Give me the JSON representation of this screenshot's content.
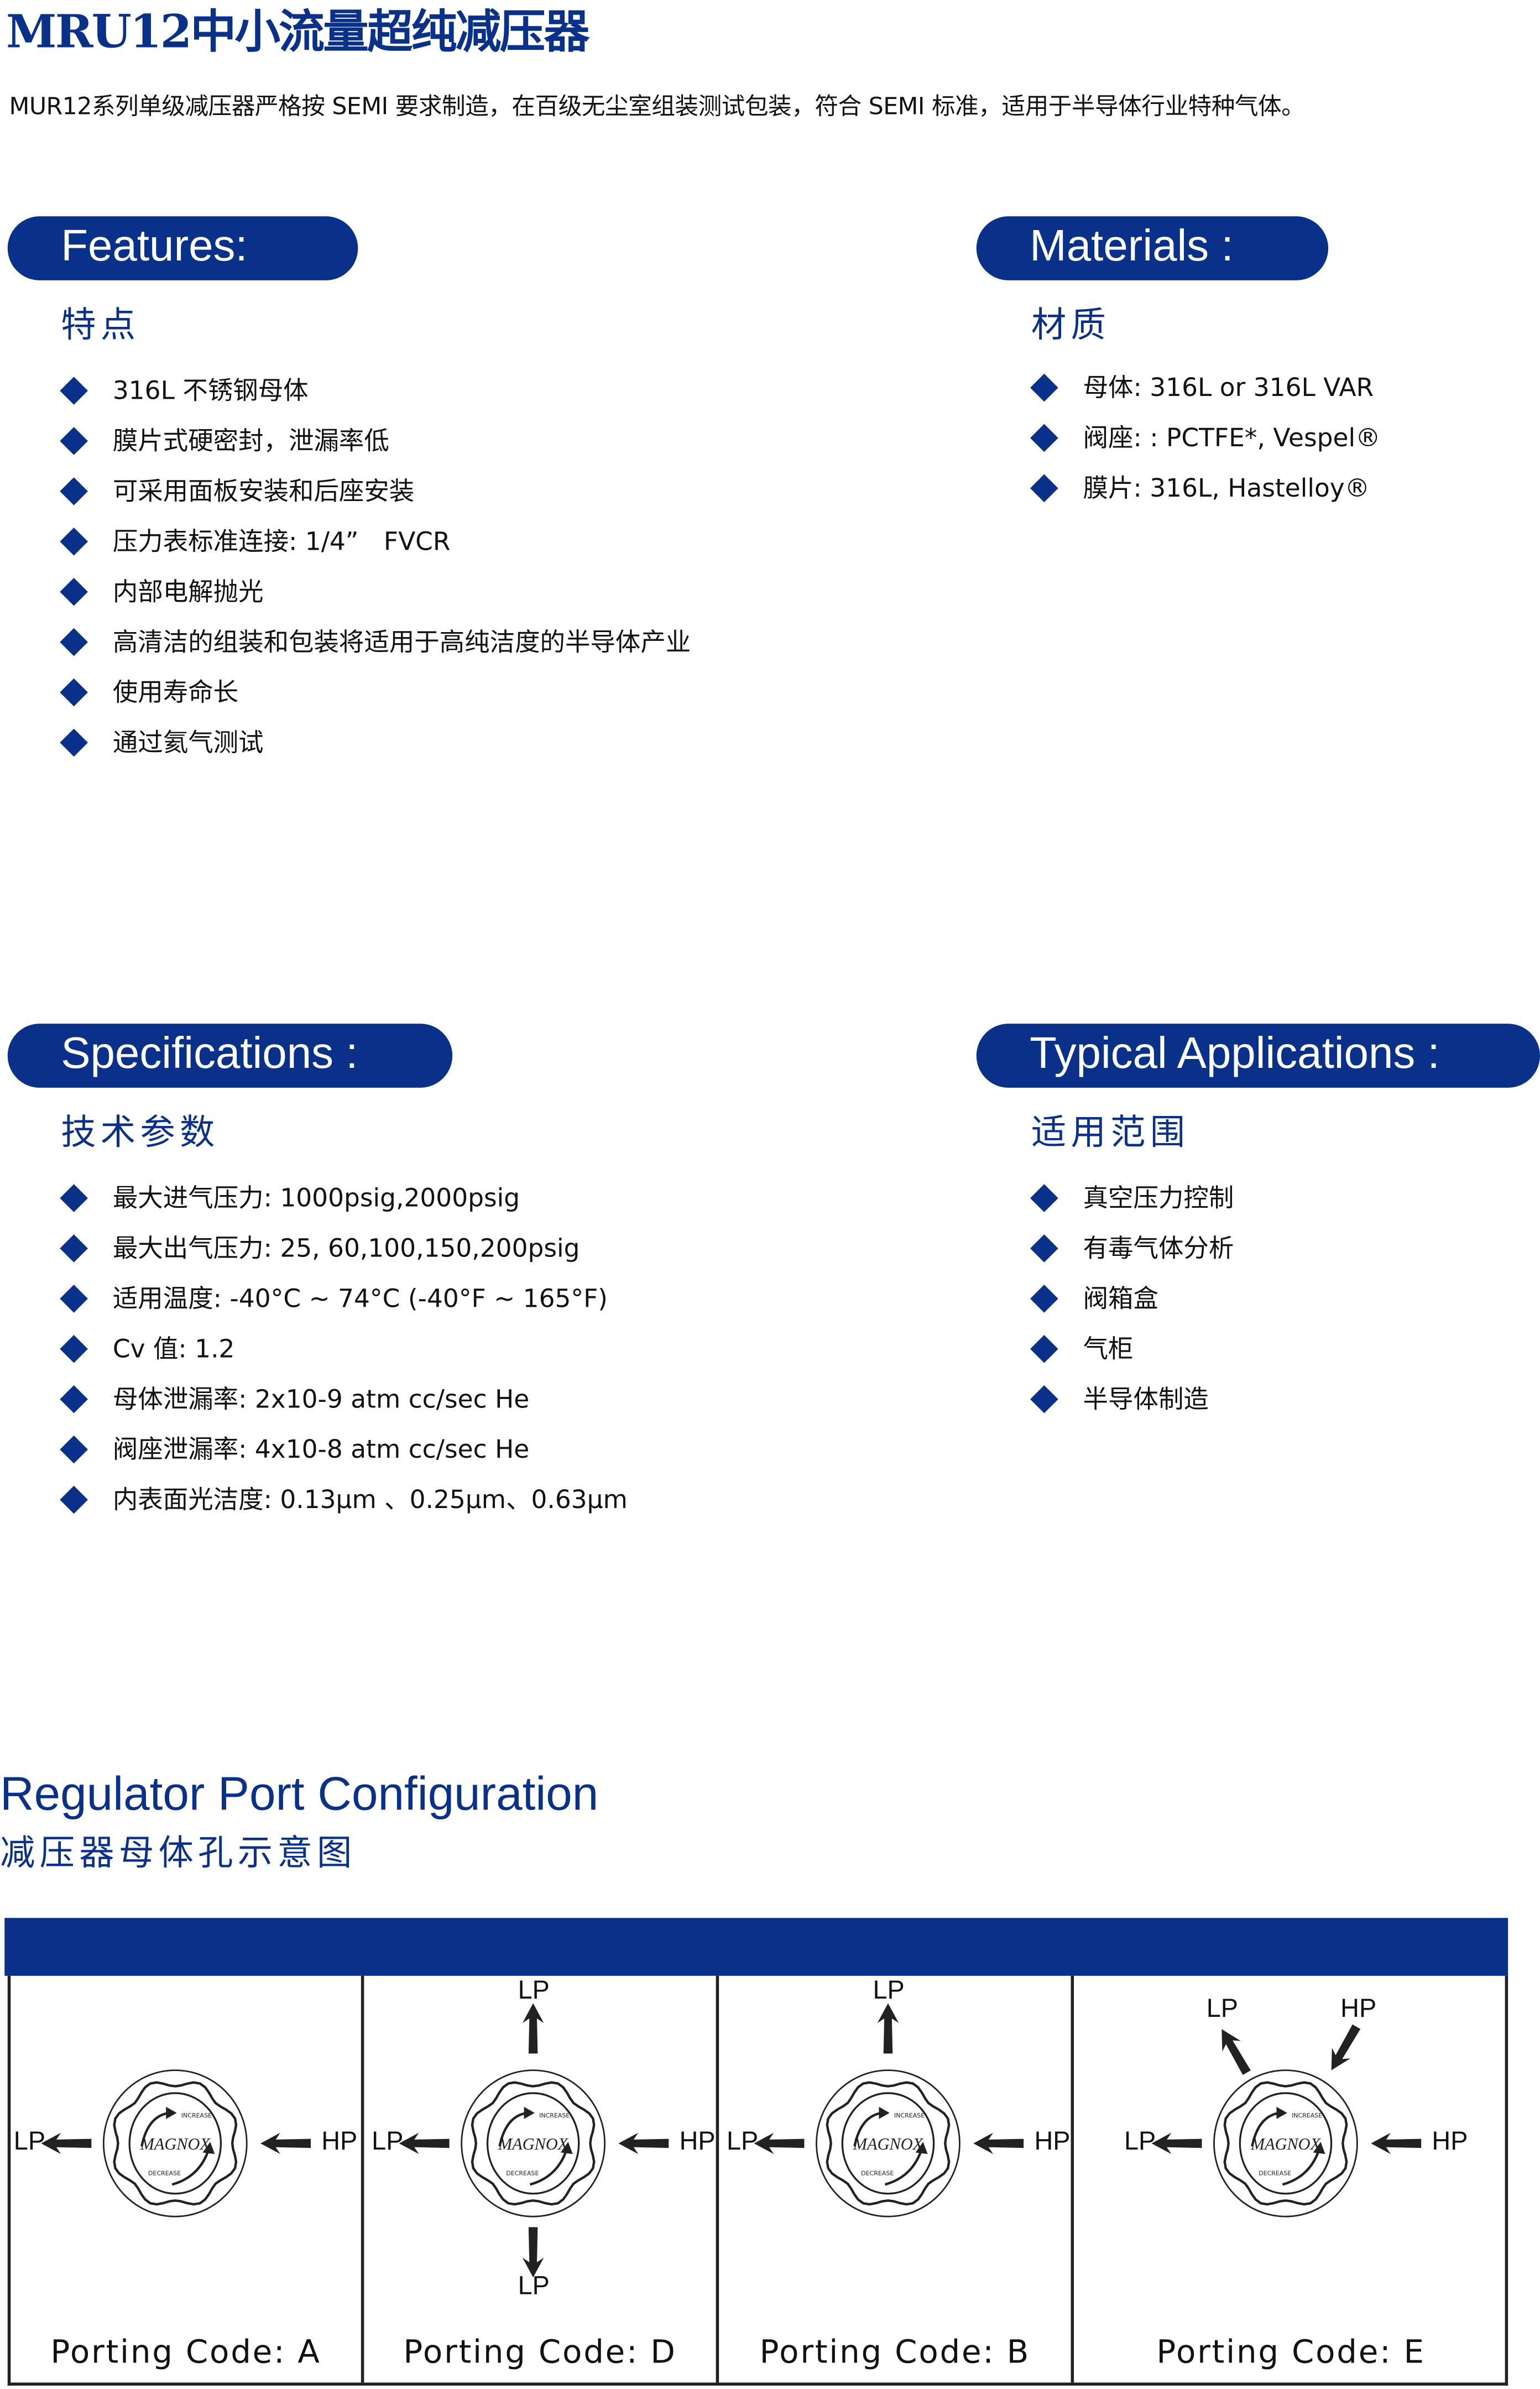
{
  "header": {
    "title": "MRU12中小流量超纯减压器",
    "description": "MUR12系列单级减压器严格按 SEMI 要求制造，在百级无尘室组装测试包装，符合 SEMI 标准，适用于半导体行业特种气体。"
  },
  "features": {
    "title": "Features:",
    "subtitle": "特点",
    "items": [
      "316L 不锈钢母体",
      "膜片式硬密封，泄漏率低",
      "可采用面板安装和后座安装",
      "压力表标准连接: 1/4”　FVCR",
      "内部电解抛光",
      "高清洁的组装和包装将适用于高纯洁度的半导体产业",
      "使用寿命长",
      "通过氦气测试"
    ]
  },
  "materials": {
    "title": "Materials :",
    "subtitle": "材质",
    "items": [
      "母体: 316L or 316L VAR",
      "阀座: : PCTFE*, Vespel®",
      "膜片: 316L, Hastelloy®"
    ]
  },
  "specifications": {
    "title": "Specifications :",
    "subtitle": "技术参数",
    "items": [
      "最大进气压力: 1000psig,2000psig",
      "最大出气压力: 25, 60,100,150,200psig",
      "适用温度: -40°C ~ 74°C (-40°F ~ 165°F)",
      "Cv 值: 1.2",
      "母体泄漏率: 2x10-9 atm cc/sec He",
      "阀座泄漏率: 4x10-8 atm cc/sec He",
      "内表面光洁度:  0.13μm 、0.25μm、0.63μm"
    ]
  },
  "applications": {
    "title": "Typical Applications :",
    "subtitle": "适用范围",
    "items": [
      "真空压力控制",
      "有毒气体分析",
      "阀箱盒",
      "气柜",
      "半导体制造"
    ]
  },
  "ports": {
    "title": "Regulator Port Configuration",
    "subtitle": "减压器母体孔示意图",
    "knob": {
      "brand": "MAGNOX",
      "increase": "INCREASE",
      "decrease": "DECREASE"
    },
    "cells": [
      {
        "code": "Porting Code:  A",
        "lp": "LP",
        "hp": "HP"
      },
      {
        "code": "Porting Code:  D",
        "lp": "LP",
        "hp": "HP",
        "lp_top": "LP",
        "lp_bottom": "LP"
      },
      {
        "code": "Porting Code:  B",
        "lp": "LP",
        "hp": "HP",
        "lp_top": "LP"
      },
      {
        "code": "Porting Code:  E",
        "lp": "LP",
        "hp": "HP",
        "lp_top": "LP",
        "hp_top": "HP"
      }
    ]
  },
  "colors": {
    "brand": "#0a3189"
  }
}
